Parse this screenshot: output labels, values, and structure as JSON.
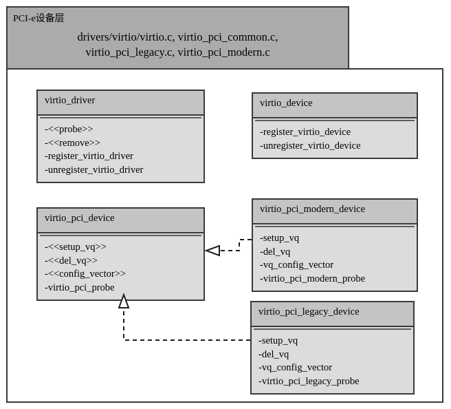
{
  "header": {
    "layer_title": "PCI-e设备层",
    "files_line1": "drivers/virtio/virtio.c, virtio_pci_common.c,",
    "files_line2": "virtio_pci_legacy.c, virtio_pci_modern.c"
  },
  "classes": [
    {
      "id": "virtio_driver",
      "title": "virtio_driver",
      "members": [
        "-<<probe>>",
        "-<<remove>>",
        "-register_virtio_driver",
        "-unregister_virtio_driver"
      ]
    },
    {
      "id": "virtio_device",
      "title": "virtio_device",
      "members": [
        "-register_virtio_device",
        "-unregister_virtio_device"
      ]
    },
    {
      "id": "virtio_pci_device",
      "title": "virtio_pci_device",
      "members": [
        "-<<setup_vq>>",
        "-<<del_vq>>",
        "-<<config_vector>>",
        "-virtio_pci_probe"
      ]
    },
    {
      "id": "virtio_pci_modern_device",
      "title": "virtio_pci_modern_device",
      "members": [
        "-setup_vq",
        "-del_vq",
        "-vq_config_vector",
        "-virtio_pci_modern_probe"
      ]
    },
    {
      "id": "virtio_pci_legacy_device",
      "title": "virtio_pci_legacy_device",
      "members": [
        "-setup_vq",
        "-del_vq",
        "-vq_config_vector",
        "-virtio_pci_legacy_probe"
      ]
    }
  ],
  "connectors": [
    {
      "name": "modern-realizes-pci-device",
      "from": "virtio_pci_modern_device",
      "to": "virtio_pci_device",
      "style": "dashed",
      "arrowhead": "hollow-triangle"
    },
    {
      "name": "legacy-realizes-pci-device",
      "from": "virtio_pci_legacy_device",
      "to": "virtio_pci_device",
      "style": "dashed",
      "arrowhead": "hollow-triangle"
    }
  ],
  "colors": {
    "header_fill": "#ababab",
    "title_fill": "#c4c4c4",
    "body_fill": "#dcdcdc",
    "stroke": "#3a3a3a",
    "page_background": "#ffffff"
  }
}
